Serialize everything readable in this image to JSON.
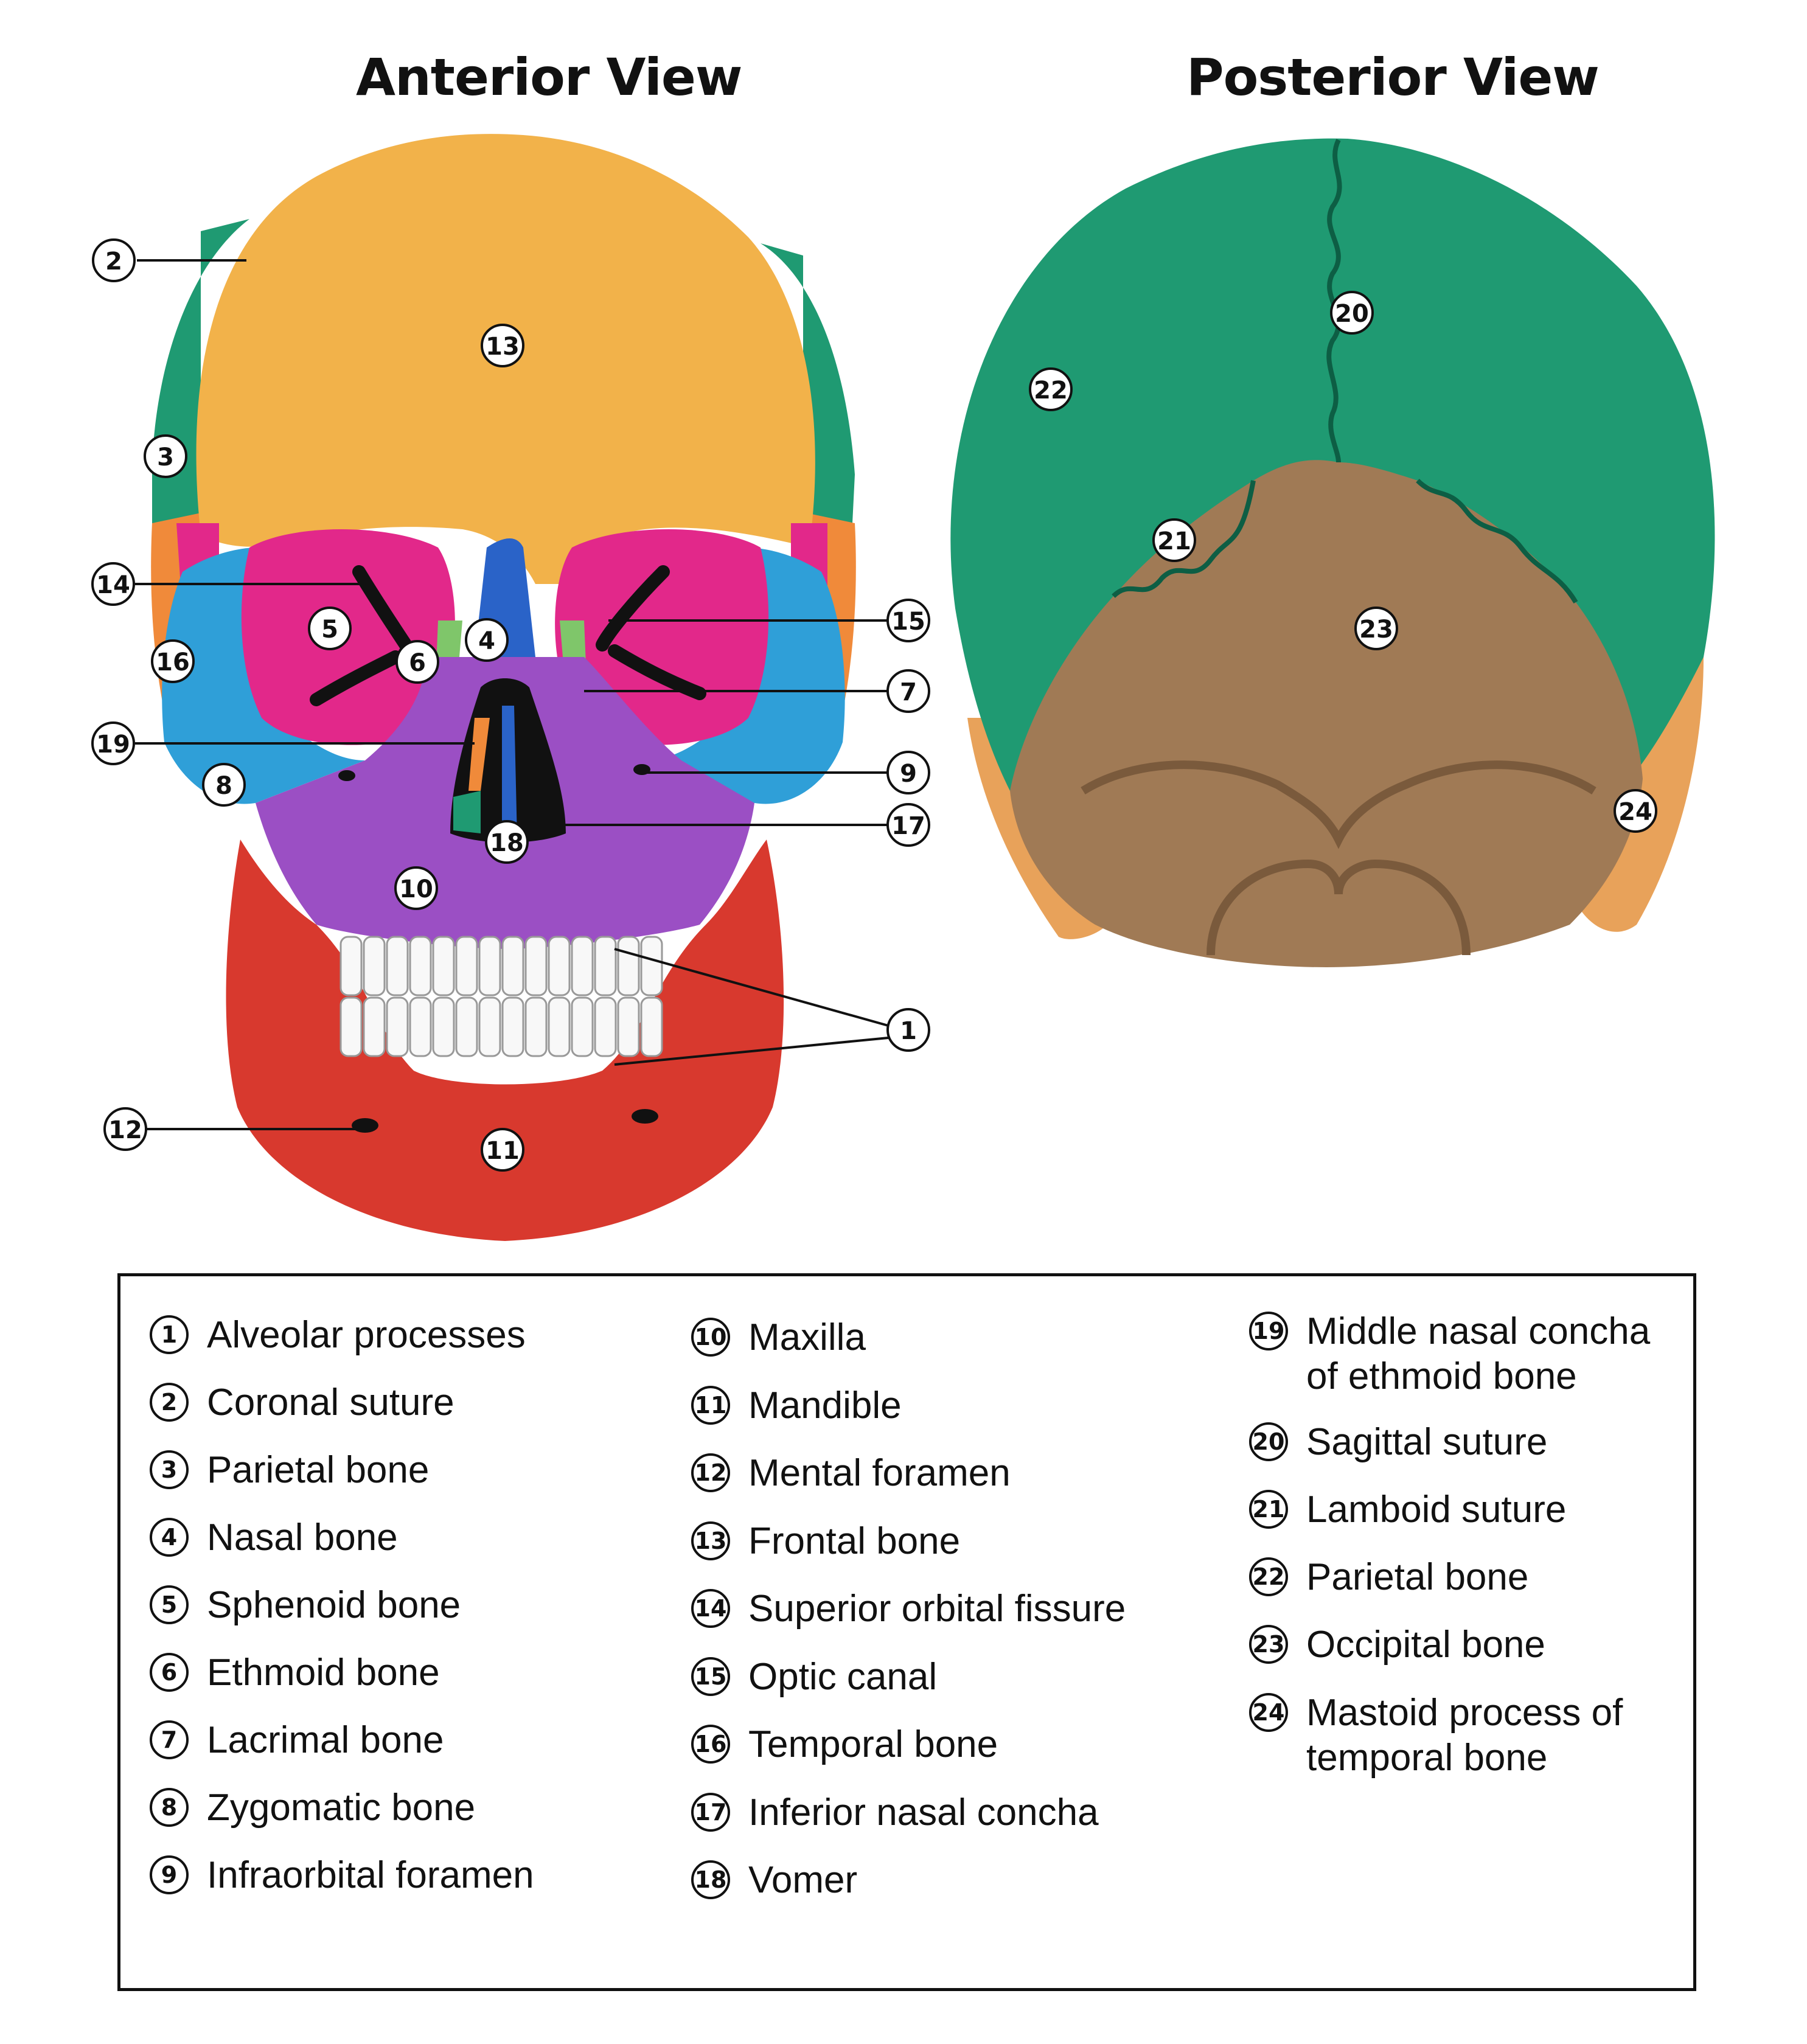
{
  "titles": {
    "anterior": "Anterior View",
    "posterior": "Posterior View"
  },
  "legend": [
    {
      "num": "1",
      "label": "Alveolar processes"
    },
    {
      "num": "2",
      "label": "Coronal suture"
    },
    {
      "num": "3",
      "label": "Parietal bone"
    },
    {
      "num": "4",
      "label": "Nasal bone"
    },
    {
      "num": "5",
      "label": "Sphenoid bone"
    },
    {
      "num": "6",
      "label": "Ethmoid bone"
    },
    {
      "num": "7",
      "label": "Lacrimal bone"
    },
    {
      "num": "8",
      "label": "Zygomatic bone"
    },
    {
      "num": "9",
      "label": "Infraorbital foramen"
    },
    {
      "num": "10",
      "label": "Maxilla"
    },
    {
      "num": "11",
      "label": "Mandible"
    },
    {
      "num": "12",
      "label": "Mental foramen"
    },
    {
      "num": "13",
      "label": "Frontal bone"
    },
    {
      "num": "14",
      "label": "Superior orbital fissure"
    },
    {
      "num": "15",
      "label": "Optic canal"
    },
    {
      "num": "16",
      "label": "Temporal bone"
    },
    {
      "num": "17",
      "label": "Inferior nasal concha"
    },
    {
      "num": "18",
      "label": "Vomer"
    },
    {
      "num": "19",
      "label": "Middle nasal concha\nof ethmoid bone"
    },
    {
      "num": "20",
      "label": "Sagittal suture"
    },
    {
      "num": "21",
      "label": "Lamboid suture"
    },
    {
      "num": "22",
      "label": "Parietal bone"
    },
    {
      "num": "23",
      "label": "Occipital bone"
    },
    {
      "num": "24",
      "label": "Mastoid process of\ntemporal bone"
    }
  ],
  "colors": {
    "frontal": "#f2b24a",
    "parietal": "#1f9a72",
    "temporal": "#f08a3a",
    "sphenoid": "#e2288a",
    "zygomatic": "#2f9fd8",
    "nasal": "#2a63c8",
    "maxilla": "#9b4fc4",
    "mandible": "#d8392e",
    "teeth": "#f8f8f8",
    "occipital": "#a07a55",
    "mastoid": "#e8a25a",
    "ethmoid": "#7fc66a",
    "dark": "#111111"
  }
}
